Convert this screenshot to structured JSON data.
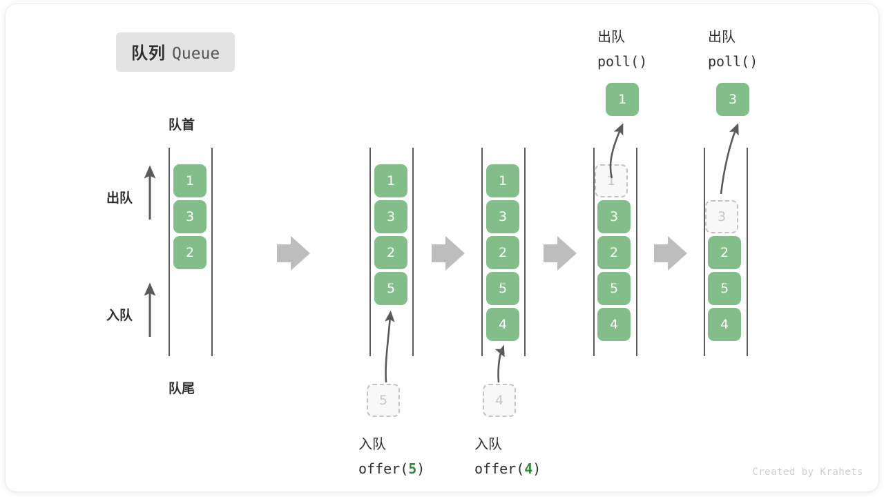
{
  "card": {
    "background": "#ffffff",
    "accent_green": "#82bd8a",
    "accent_green_dark": "#2f8a3e",
    "gray_arrow": "#bdbdbd",
    "line_gray": "#5a5a5a",
    "ghost_fill": "#f8f8f8",
    "ghost_border": "#c2c2c2"
  },
  "title": {
    "cn": "队列",
    "en": "Queue"
  },
  "labels": {
    "front": "队首",
    "rear": "队尾",
    "dequeue": "出队",
    "enqueue": "入队"
  },
  "credit": "Created by Krahets",
  "steps": [
    {
      "id": "initial",
      "name": "initial-queue",
      "cells": [
        {
          "value": "1",
          "state": "filled"
        },
        {
          "value": "3",
          "state": "filled"
        },
        {
          "value": "2",
          "state": "filled"
        }
      ],
      "caption_cn": "",
      "caption_code": "",
      "caption_arg": "",
      "incoming": null,
      "outgoing": null
    },
    {
      "id": "offer5",
      "name": "offer-5-queue",
      "cells": [
        {
          "value": "1",
          "state": "filled"
        },
        {
          "value": "3",
          "state": "filled"
        },
        {
          "value": "2",
          "state": "filled"
        },
        {
          "value": "5",
          "state": "filled"
        }
      ],
      "caption_cn": "入队",
      "caption_code_prefix": "offer(",
      "caption_arg": "5",
      "caption_code_suffix": ")",
      "incoming": {
        "value": "5",
        "state": "ghost"
      },
      "outgoing": null
    },
    {
      "id": "offer4",
      "name": "offer-4-queue",
      "cells": [
        {
          "value": "1",
          "state": "filled"
        },
        {
          "value": "3",
          "state": "filled"
        },
        {
          "value": "2",
          "state": "filled"
        },
        {
          "value": "5",
          "state": "filled"
        },
        {
          "value": "4",
          "state": "filled"
        }
      ],
      "caption_cn": "入队",
      "caption_code_prefix": "offer(",
      "caption_arg": "4",
      "caption_code_suffix": ")",
      "incoming": {
        "value": "4",
        "state": "ghost"
      },
      "outgoing": null
    },
    {
      "id": "poll1",
      "name": "poll-1-queue",
      "cells": [
        {
          "value": "1",
          "state": "ghost"
        },
        {
          "value": "3",
          "state": "filled"
        },
        {
          "value": "2",
          "state": "filled"
        },
        {
          "value": "5",
          "state": "filled"
        },
        {
          "value": "4",
          "state": "filled"
        }
      ],
      "caption_cn": "出队",
      "caption_code_prefix": "poll(",
      "caption_arg": "",
      "caption_code_suffix": ")",
      "incoming": null,
      "outgoing": {
        "value": "1",
        "state": "filled"
      }
    },
    {
      "id": "poll3",
      "name": "poll-3-queue",
      "cells": [
        {
          "value": "",
          "state": "empty"
        },
        {
          "value": "3",
          "state": "ghost"
        },
        {
          "value": "2",
          "state": "filled"
        },
        {
          "value": "5",
          "state": "filled"
        },
        {
          "value": "4",
          "state": "filled"
        }
      ],
      "caption_cn": "出队",
      "caption_code_prefix": "poll(",
      "caption_arg": "",
      "caption_code_suffix": ")",
      "incoming": null,
      "outgoing": {
        "value": "3",
        "state": "filled"
      }
    }
  ]
}
